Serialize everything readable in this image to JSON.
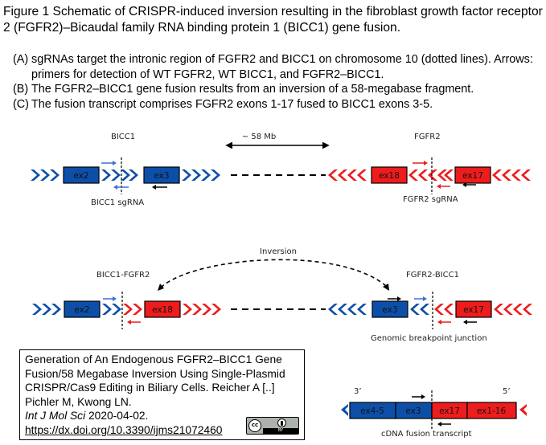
{
  "title": "Figure 1 Schematic of CRISPR-induced inversion resulting in the fibroblast growth factor receptor 2 (FGFR2)–Bicaudal family RNA binding protein 1 (BICC1) gene fusion.",
  "legend_items": [
    {
      "label": "(A)",
      "text": "sgRNAs target the intronic region of FGFR2 and BICC1 on chromosome 10 (dotted lines). Arrows: primers for detection of WT FGFR2, WT BICC1, and FGFR2–BICC1."
    },
    {
      "label": "(B)",
      "text": "The FGFR2–BICC1 gene fusion results from an inversion of a 58-megabase fragment."
    },
    {
      "label": "(C)",
      "text": "The fusion transcript comprises FGFR2 exons 1-17 fused to BICC1 exons 3-5."
    }
  ],
  "colors": {
    "bicc1_blue": "#0d4fa8",
    "fgfr2_red": "#ee1c1c",
    "primer_blue": "#3a6fd0",
    "primer_red": "#ee1c1c",
    "primer_black": "#000000"
  },
  "panel_a": {
    "bicc1_label": "BICC1",
    "fgfr2_label": "FGFR2",
    "distance_label": "~ 58 Mb",
    "bicc1_exons": [
      "ex2",
      "ex3"
    ],
    "fgfr2_exons": [
      "ex18",
      "ex17"
    ],
    "bicc1_sgrna_label": "BICC1 sgRNA",
    "fgfr2_sgrna_label": "FGFR2 sgRNA"
  },
  "panel_b": {
    "inversion_label": "Inversion",
    "left_fusion_label": "BICC1-FGFR2",
    "right_fusion_label": "FGFR2-BICC1",
    "left_exons": [
      "ex2",
      "ex18"
    ],
    "right_exons": [
      "ex3",
      "ex17"
    ],
    "junction_label": "Genomic breakpoint junction"
  },
  "panel_c": {
    "three_prime": "3’",
    "five_prime": "5’",
    "segments": [
      "ex4-5",
      "ex3",
      "ex17",
      "ex1-16"
    ],
    "transcript_label": "cDNA fusion transcript"
  },
  "citation": {
    "lines": [
      "Generation of An Endogenous FGFR2–BICC1 Gene",
      "Fusion/58 Megabase Inversion Using Single-Plasmid",
      "CRISPR/Cas9 Editing in Biliary Cells. Reicher A [..]",
      "Pichler M, Kwong LN."
    ],
    "journal": "Int J Mol Sci",
    "date": "2020-04-02.",
    "doi_link": "https://dx.doi.org/10.3390/ijms21072460",
    "license_badge": {
      "cc": "cc",
      "by": "BY"
    }
  }
}
